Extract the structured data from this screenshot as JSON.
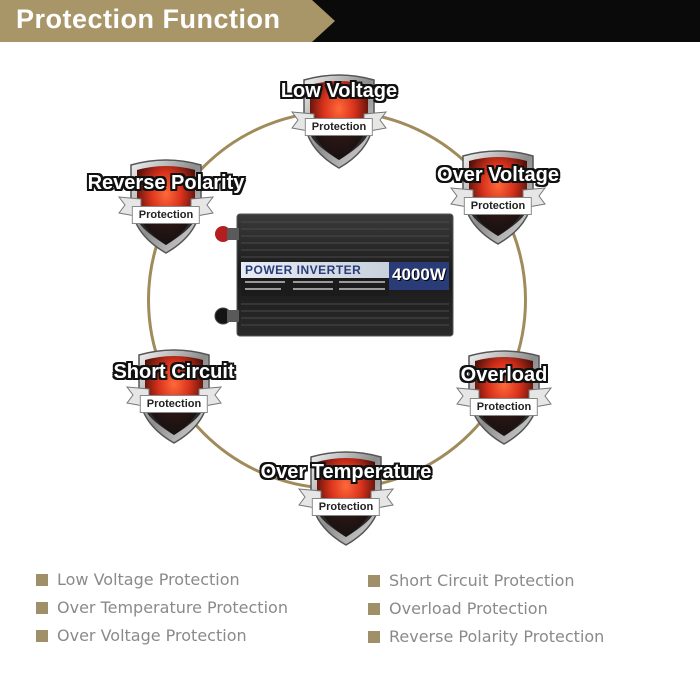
{
  "header": {
    "title": "Protection Function"
  },
  "badges": {
    "low_voltage": {
      "label": "Low Voltage",
      "sub": "Protection"
    },
    "reverse_polarity": {
      "label": "Reverse Polarity",
      "sub": "Protection"
    },
    "over_voltage": {
      "label": "Over Voltage",
      "sub": "Protection"
    },
    "short_circuit": {
      "label": "Short Circuit",
      "sub": "Protection"
    },
    "overload": {
      "label": "Overload",
      "sub": "Protection"
    },
    "over_temperature": {
      "label": "Over Temperature",
      "sub": "Protection"
    }
  },
  "product": {
    "brand_text": "POWER INVERTER",
    "rating": "4000W"
  },
  "legend": {
    "left": [
      "Low Voltage Protection",
      "Over Temperature Protection",
      "Over Voltage Protection"
    ],
    "right": [
      "Short Circuit Protection",
      "Overload Protection",
      "Reverse Polarity Protection"
    ]
  },
  "colors": {
    "accent_gold": "#a89668",
    "ring": "#a08b5a",
    "shield_red": "#d8321c",
    "header_black": "#0a0a0a"
  }
}
